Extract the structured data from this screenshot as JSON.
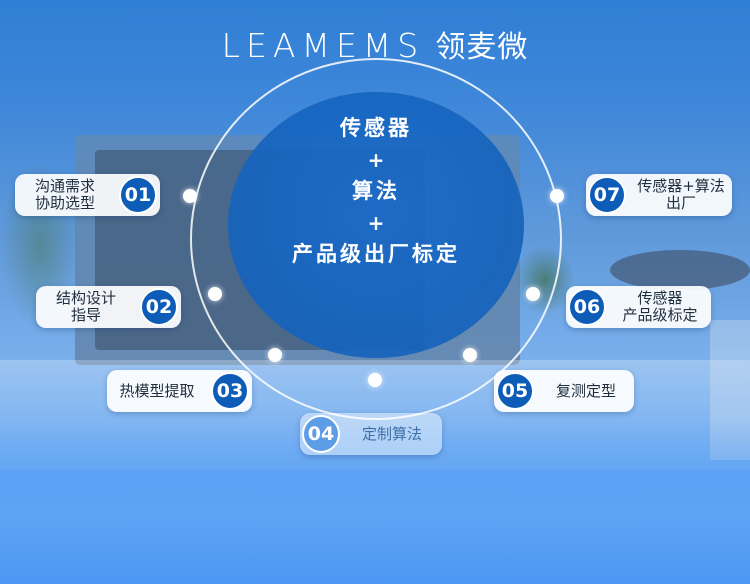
{
  "logo": {
    "brand": "LEAMEMS",
    "cn": "领麦微"
  },
  "center": {
    "line1": "传感器",
    "plus1": "+",
    "line2": "算法",
    "plus2": "+",
    "line3": "产品级出厂标定"
  },
  "steps": [
    {
      "num": "01",
      "label_l1": "沟通需求",
      "label_l2": "协助选型"
    },
    {
      "num": "02",
      "label_l1": "结构设计",
      "label_l2": "指导"
    },
    {
      "num": "03",
      "label_l1": "热模型提取",
      "label_l2": ""
    },
    {
      "num": "04",
      "label_l1": "定制算法",
      "label_l2": ""
    },
    {
      "num": "05",
      "label_l1": "复测定型",
      "label_l2": ""
    },
    {
      "num": "06",
      "label_l1": "传感器",
      "label_l2": "产品级标定"
    },
    {
      "num": "07",
      "label_l1": "传感器+算法",
      "label_l2": "出厂"
    }
  ],
  "colors": {
    "badge": "#0d5db8",
    "center": "#1565c0",
    "background": "#4a94f0"
  }
}
